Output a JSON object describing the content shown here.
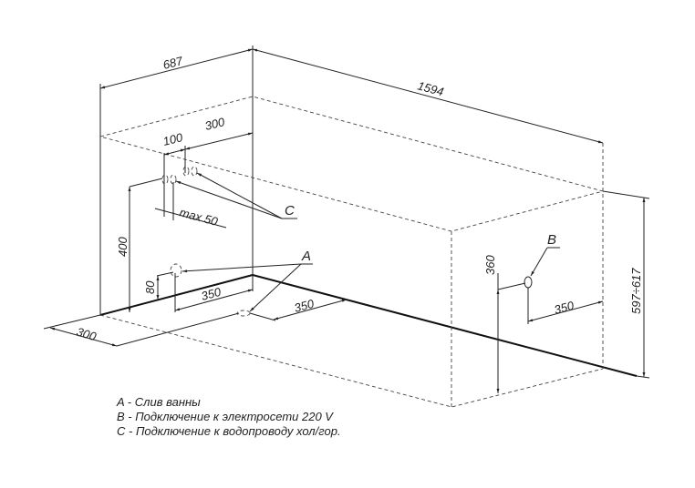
{
  "dimensions": {
    "width_total": "687",
    "length_total": "1594",
    "pipe_spacing": "100",
    "pipe_offset": "300",
    "pipe_max": "max 50",
    "pipe_height": "400",
    "drain_height": "80",
    "drain_offset_left": "350",
    "drain_offset_floor": "350",
    "floor_depth": "300",
    "electric_height": "360",
    "electric_offset": "350",
    "height_range": "597÷617"
  },
  "markers": {
    "a": "A",
    "b": "B",
    "c": "C"
  },
  "legend": [
    "A - Слив ванны",
    "B - Подключение к электросети 220 V",
    "C - Подключение к водопроводу хол/гор."
  ]
}
